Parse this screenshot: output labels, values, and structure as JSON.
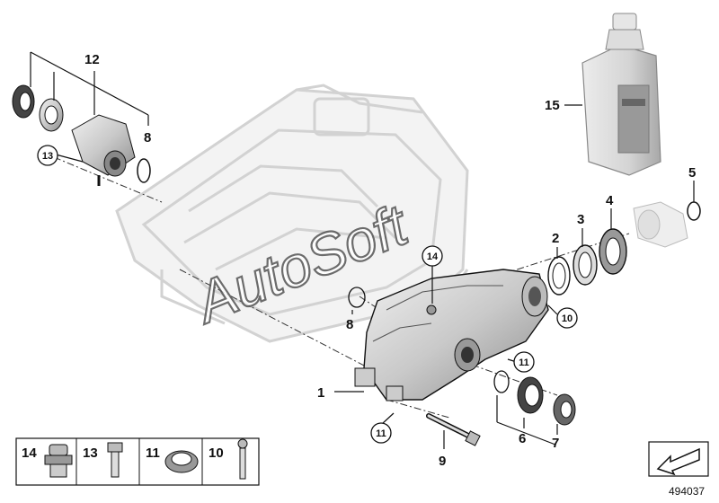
{
  "labels": {
    "p1": "1",
    "p2": "2",
    "p3": "3",
    "p4": "4",
    "p5": "5",
    "p6": "6",
    "p7": "7",
    "p8a": "8",
    "p8b": "8",
    "p9": "9",
    "p10": "10",
    "p11a": "11",
    "p11b": "11",
    "p12": "12",
    "p13": "13",
    "p14": "14",
    "p15": "15"
  },
  "legend": [
    {
      "num": "14",
      "icon": "plug-icon"
    },
    {
      "num": "13",
      "icon": "bolt-icon"
    },
    {
      "num": "11",
      "icon": "bushing-icon"
    },
    {
      "num": "10",
      "icon": "screw-icon"
    }
  ],
  "watermark": "AutoSoft",
  "diagram_number": "494037",
  "colors": {
    "line": "#222222",
    "part_fill": "#d9d9d9",
    "ghost": "#cfcfcf",
    "background": "#ffffff"
  }
}
